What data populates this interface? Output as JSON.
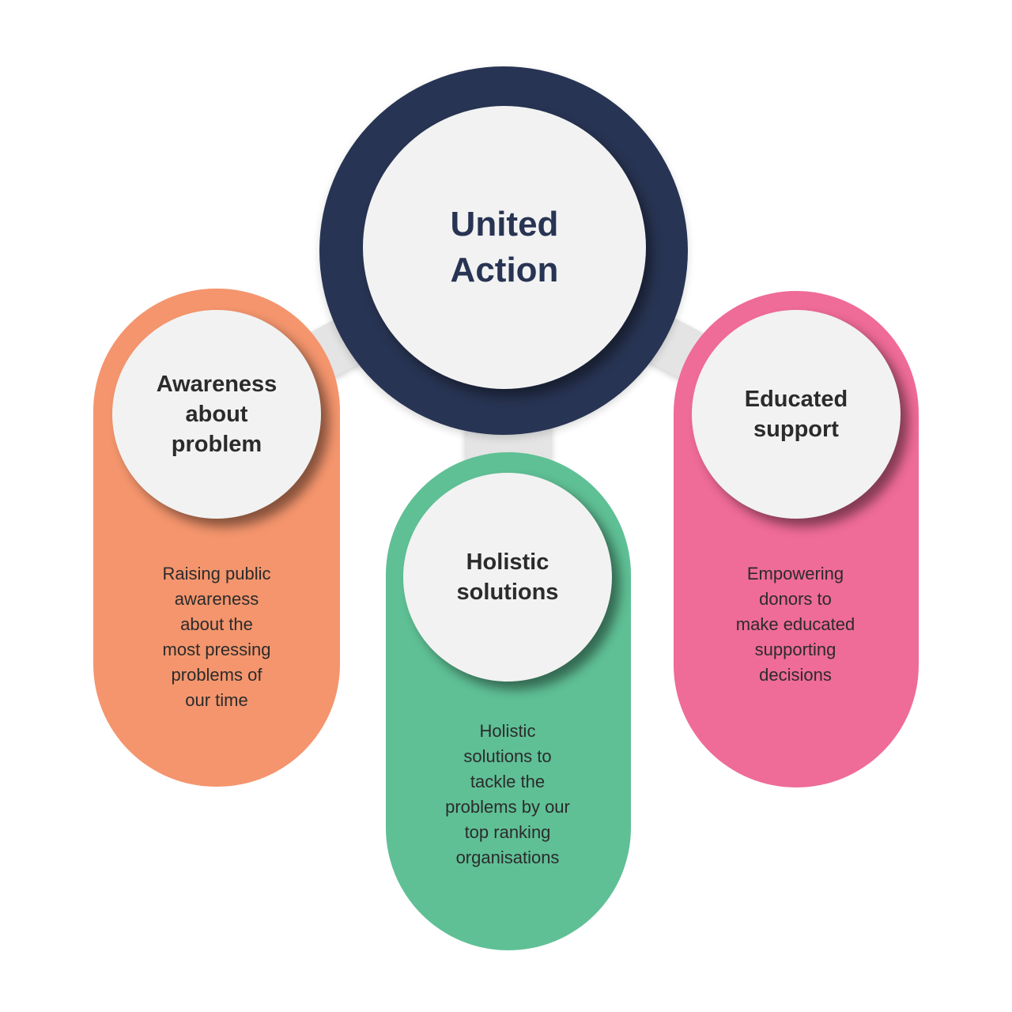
{
  "center": {
    "title": "United\nAction"
  },
  "branches": [
    {
      "title": "Awareness\nabout\nproblem",
      "description": "Raising public\nawareness\nabout the\nmost pressing\nproblems of\nour time",
      "color": "#f4956d"
    },
    {
      "title": "Holistic\nsolutions",
      "description": "Holistic\nsolutions to\ntackle the\nproblems by our\ntop ranking\norganisations",
      "color": "#5fc095"
    },
    {
      "title": "Educated\nsupport",
      "description": "Empowering\ndonors to\nmake educated\nsupporting\ndecisions",
      "color": "#ef6b98"
    }
  ],
  "colors": {
    "hub_ring": "#283453",
    "disc": "#f2f2f2",
    "connector": "#e4e4e4"
  }
}
